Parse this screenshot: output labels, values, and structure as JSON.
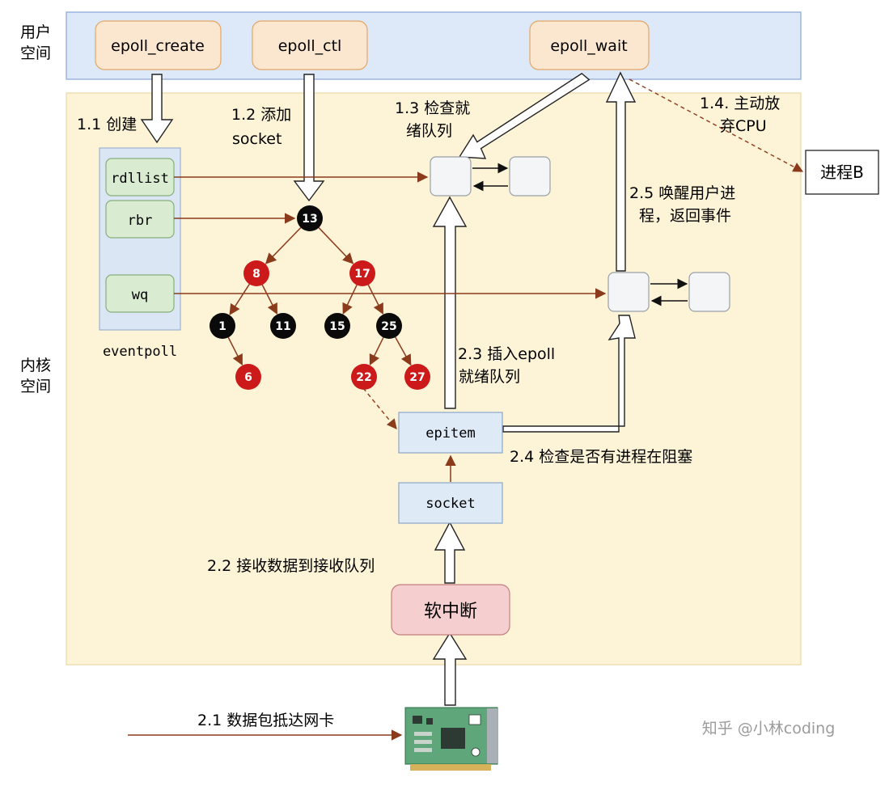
{
  "regions": {
    "user_space": {
      "label_line1": "用户",
      "label_line2": "空间"
    },
    "kernel_space": {
      "label_line1": "内核",
      "label_line2": "空间"
    }
  },
  "syscalls": {
    "epoll_create": "epoll_create",
    "epoll_ctl": "epoll_ctl",
    "epoll_wait": "epoll_wait"
  },
  "eventpoll": {
    "name": "eventpoll",
    "fields": [
      "rdllist",
      "rbr",
      "wq"
    ]
  },
  "steps": {
    "s1_1": "1.1 创建",
    "s1_2": {
      "line1": "1.2 添加",
      "line2": "socket"
    },
    "s1_3": {
      "line1": "1.3 检查就",
      "line2": "绪队列"
    },
    "s1_4": {
      "line1": "1.4. 主动放",
      "line2": "弃CPU"
    },
    "s2_1": "2.1 数据包抵达网卡",
    "s2_2": "2.2 接收数据到接收队列",
    "s2_3": {
      "line1": "2.3 插入epoll",
      "line2": "就绪队列"
    },
    "s2_4": "2.4 检查是否有进程在阻塞",
    "s2_5": {
      "line1": "2.5 唤醒用户进",
      "line2": "程，返回事件"
    }
  },
  "process_b": "进程B",
  "red_black_tree": {
    "nodes": [
      {
        "key": "13",
        "color": "black"
      },
      {
        "key": "8",
        "color": "red"
      },
      {
        "key": "17",
        "color": "red"
      },
      {
        "key": "1",
        "color": "black"
      },
      {
        "key": "11",
        "color": "black"
      },
      {
        "key": "15",
        "color": "black"
      },
      {
        "key": "25",
        "color": "black"
      },
      {
        "key": "6",
        "color": "red"
      },
      {
        "key": "22",
        "color": "red"
      },
      {
        "key": "27",
        "color": "red"
      }
    ],
    "edges": [
      [
        "13",
        "8"
      ],
      [
        "13",
        "17"
      ],
      [
        "8",
        "1"
      ],
      [
        "8",
        "11"
      ],
      [
        "1",
        "6"
      ],
      [
        "17",
        "15"
      ],
      [
        "17",
        "25"
      ],
      [
        "25",
        "22"
      ],
      [
        "25",
        "27"
      ]
    ]
  },
  "kernel_objects": {
    "epitem": "epitem",
    "socket": "socket",
    "softirq": "软中断"
  },
  "watermark": "知乎 @小林coding",
  "colors": {
    "user_bg": "#dde8f8",
    "kernel_bg": "#fdf3d6",
    "syscall_box": "#fbe6cf",
    "field_box": "#d9ecd2",
    "eventpoll_bg": "#dbe6f5",
    "object_box": "#dfeaf7",
    "softirq_box": "#f5cfd0",
    "red_node": "#cc1a1a",
    "black_node": "#0a0a0a",
    "arrow": "#8b3a1c"
  }
}
